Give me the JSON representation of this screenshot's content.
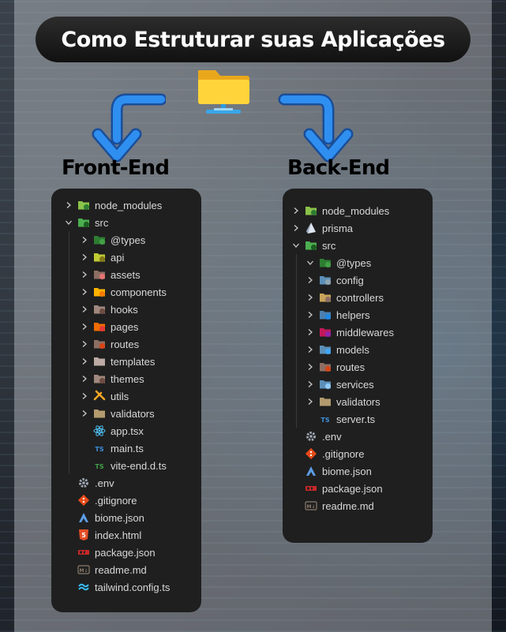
{
  "title": "Como Estruturar suas Aplicações",
  "front": {
    "heading": "Front-End",
    "items": [
      {
        "label": "node_modules",
        "depth": 0,
        "chevron": "right",
        "icon": "node"
      },
      {
        "label": "src",
        "depth": 0,
        "chevron": "down",
        "icon": "src"
      },
      {
        "label": "@types",
        "depth": 1,
        "chevron": "right",
        "icon": "types"
      },
      {
        "label": "api",
        "depth": 1,
        "chevron": "right",
        "icon": "api"
      },
      {
        "label": "assets",
        "depth": 1,
        "chevron": "right",
        "icon": "assets"
      },
      {
        "label": "components",
        "depth": 1,
        "chevron": "right",
        "icon": "components"
      },
      {
        "label": "hooks",
        "depth": 1,
        "chevron": "right",
        "icon": "hooks"
      },
      {
        "label": "pages",
        "depth": 1,
        "chevron": "right",
        "icon": "pages"
      },
      {
        "label": "routes",
        "depth": 1,
        "chevron": "right",
        "icon": "routes"
      },
      {
        "label": "templates",
        "depth": 1,
        "chevron": "right",
        "icon": "templates"
      },
      {
        "label": "themes",
        "depth": 1,
        "chevron": "right",
        "icon": "themes"
      },
      {
        "label": "utils",
        "depth": 1,
        "chevron": "right",
        "icon": "utils"
      },
      {
        "label": "validators",
        "depth": 1,
        "chevron": "right",
        "icon": "validators"
      },
      {
        "label": "app.tsx",
        "depth": 1,
        "chevron": "none",
        "icon": "react"
      },
      {
        "label": "main.ts",
        "depth": 1,
        "chevron": "none",
        "icon": "ts"
      },
      {
        "label": "vite-end.d.ts",
        "depth": 1,
        "chevron": "none",
        "icon": "dts"
      },
      {
        "label": ".env",
        "depth": 0,
        "chevron": "none",
        "icon": "env"
      },
      {
        "label": ".gitignore",
        "depth": 0,
        "chevron": "none",
        "icon": "git"
      },
      {
        "label": "biome.json",
        "depth": 0,
        "chevron": "none",
        "icon": "biome"
      },
      {
        "label": "index.html",
        "depth": 0,
        "chevron": "none",
        "icon": "html"
      },
      {
        "label": "package.json",
        "depth": 0,
        "chevron": "none",
        "icon": "npm"
      },
      {
        "label": "readme.md",
        "depth": 0,
        "chevron": "none",
        "icon": "md"
      },
      {
        "label": "tailwind.config.ts",
        "depth": 0,
        "chevron": "none",
        "icon": "tailwind"
      }
    ]
  },
  "back": {
    "heading": "Back-End",
    "items": [
      {
        "label": "node_modules",
        "depth": 0,
        "chevron": "right",
        "icon": "node"
      },
      {
        "label": "prisma",
        "depth": 0,
        "chevron": "right",
        "icon": "prisma"
      },
      {
        "label": "src",
        "depth": 0,
        "chevron": "down",
        "icon": "src"
      },
      {
        "label": "@types",
        "depth": 1,
        "chevron": "down",
        "icon": "types"
      },
      {
        "label": "config",
        "depth": 1,
        "chevron": "right",
        "icon": "config"
      },
      {
        "label": "controllers",
        "depth": 1,
        "chevron": "right",
        "icon": "controllers"
      },
      {
        "label": "helpers",
        "depth": 1,
        "chevron": "right",
        "icon": "helpers"
      },
      {
        "label": "middlewares",
        "depth": 1,
        "chevron": "right",
        "icon": "middlewares"
      },
      {
        "label": "models",
        "depth": 1,
        "chevron": "right",
        "icon": "models"
      },
      {
        "label": "routes",
        "depth": 1,
        "chevron": "right",
        "icon": "routes"
      },
      {
        "label": "services",
        "depth": 1,
        "chevron": "right",
        "icon": "services"
      },
      {
        "label": "validators",
        "depth": 1,
        "chevron": "right",
        "icon": "validators"
      },
      {
        "label": "server.ts",
        "depth": 1,
        "chevron": "none",
        "icon": "ts"
      },
      {
        "label": ".env",
        "depth": 0,
        "chevron": "none",
        "icon": "env"
      },
      {
        "label": ".gitignore",
        "depth": 0,
        "chevron": "none",
        "icon": "git"
      },
      {
        "label": "biome.json",
        "depth": 0,
        "chevron": "none",
        "icon": "biome"
      },
      {
        "label": "package.json",
        "depth": 0,
        "chevron": "none",
        "icon": "npm"
      },
      {
        "label": "readme.md",
        "depth": 0,
        "chevron": "none",
        "icon": "md"
      }
    ]
  },
  "colors": {
    "arrow": "#2f8ff0",
    "panel": "#1f1f1f",
    "label": "#d8d8d8",
    "title_bg": "#1a1a1a"
  }
}
